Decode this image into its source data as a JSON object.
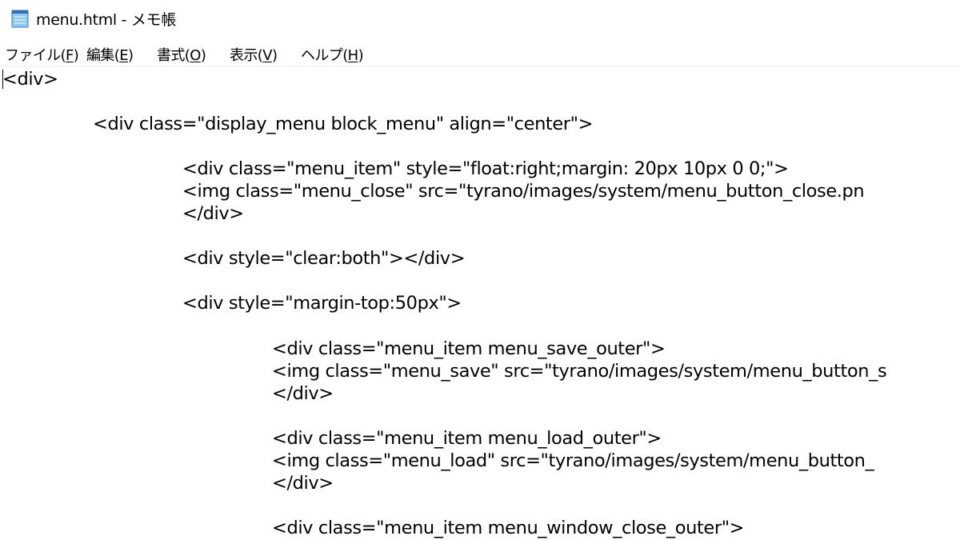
{
  "window": {
    "title": "menu.html - メモ帳",
    "icon": "notepad-icon"
  },
  "menubar": {
    "file": {
      "label": "ファイル(",
      "key": "F",
      "close": ")"
    },
    "edit": {
      "label": "編集(",
      "key": "E",
      "close": ")"
    },
    "format": {
      "label": "書式(",
      "key": "O",
      "close": ")"
    },
    "view": {
      "label": "表示(",
      "key": "V",
      "close": ")"
    },
    "help": {
      "label": "ヘルプ(",
      "key": "H",
      "close": ")"
    }
  },
  "editor": {
    "lines": [
      "<div>",
      "<div class=\"display_menu block_menu\" align=\"center\">",
      "<div class=\"menu_item\" style=\"float:right;margin: 20px 10px 0 0;\">",
      "<img class=\"menu_close\" src=\"tyrano/images/system/menu_button_close.pn",
      "</div>",
      "<div style=\"clear:both\"></div>",
      "<div style=\"margin-top:50px\">",
      "<div class=\"menu_item menu_save_outer\">",
      "<img class=\"menu_save\" src=\"tyrano/images/system/menu_button_s",
      "</div>",
      "<div class=\"menu_item menu_load_outer\">",
      "<img class=\"menu_load\" src=\"tyrano/images/system/menu_button_",
      "</div>",
      "<div class=\"menu_item menu_window_close_outer\">"
    ]
  }
}
